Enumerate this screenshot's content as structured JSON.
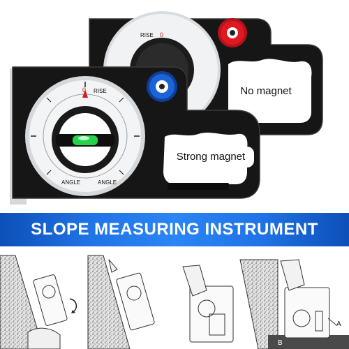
{
  "banner": {
    "title": "SLOPE MEASURING INSTRUMENT"
  },
  "labels": {
    "no_magnet": "No magnet",
    "strong_magnet": "Strong magnet"
  },
  "dial": {
    "rise": "RISE",
    "angle": "ANGLE",
    "zero": "0"
  },
  "diagram": {
    "point_a": "A",
    "point_b": "B"
  },
  "colors": {
    "banner": "#1f73e6",
    "red_knob": "#e01822",
    "blue_knob": "#1b63d6",
    "body": "#151515",
    "bubble": "#27d34a"
  }
}
